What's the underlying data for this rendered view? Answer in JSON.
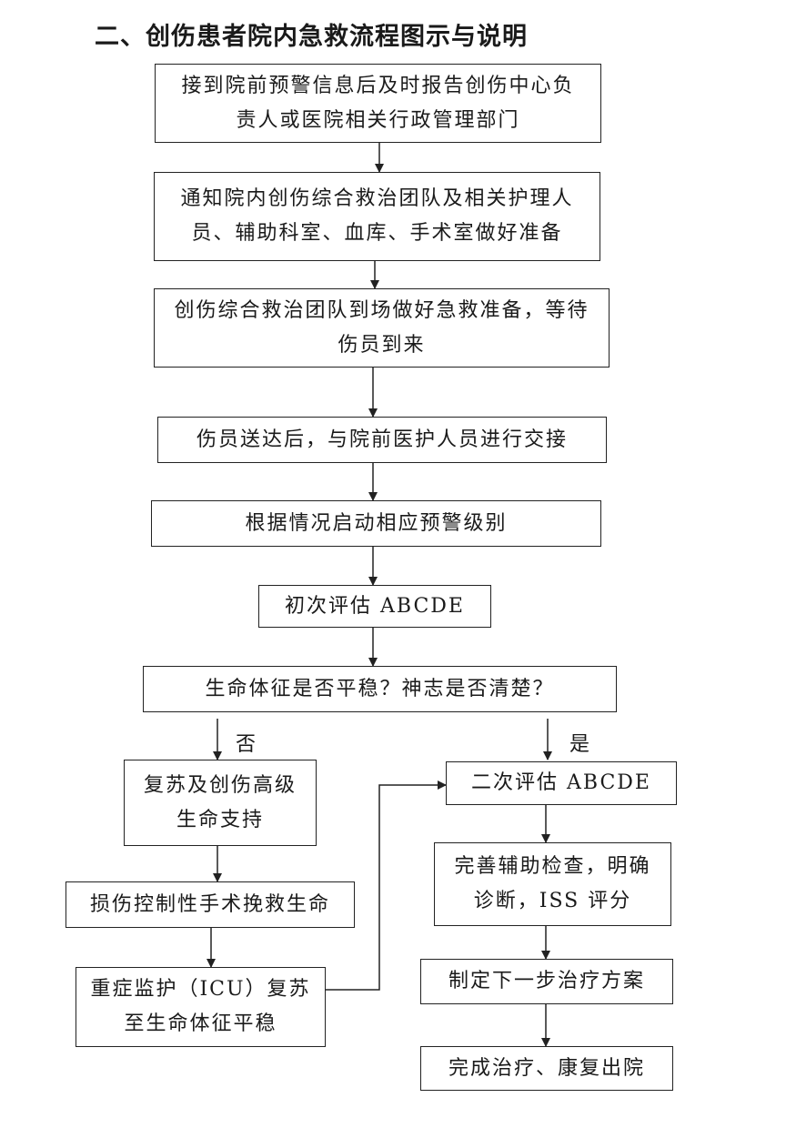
{
  "title": "二、创伤患者院内急救流程图示与说明",
  "steps": {
    "s1": "接到院前预警信息后及时报告创伤中心负责人或医院相关行政管理部门",
    "s2": "通知院内创伤综合救治团队及相关护理人员、辅助科室、血库、手术室做好准备",
    "s3": "创伤综合救治团队到场做好急救准备，等待伤员到来",
    "s4": "伤员送达后，与院前医护人员进行交接",
    "s5": "根据情况启动相应预警级别",
    "s6": "初次评估 ABCDE",
    "s7": "生命体征是否平稳？神志是否清楚？"
  },
  "branches": {
    "no_label": "否",
    "yes_label": "是"
  },
  "left_path": {
    "l1": "复苏及创伤高级生命支持",
    "l2": "损伤控制性手术挽救生命",
    "l3": "重症监护（ICU）复苏至生命体征平稳"
  },
  "right_path": {
    "r1": "二次评估 ABCDE",
    "r2": "完善辅助检查，明确诊断，ISS 评分",
    "r3": "制定下一步治疗方案",
    "r4": "完成治疗、康复出院"
  }
}
